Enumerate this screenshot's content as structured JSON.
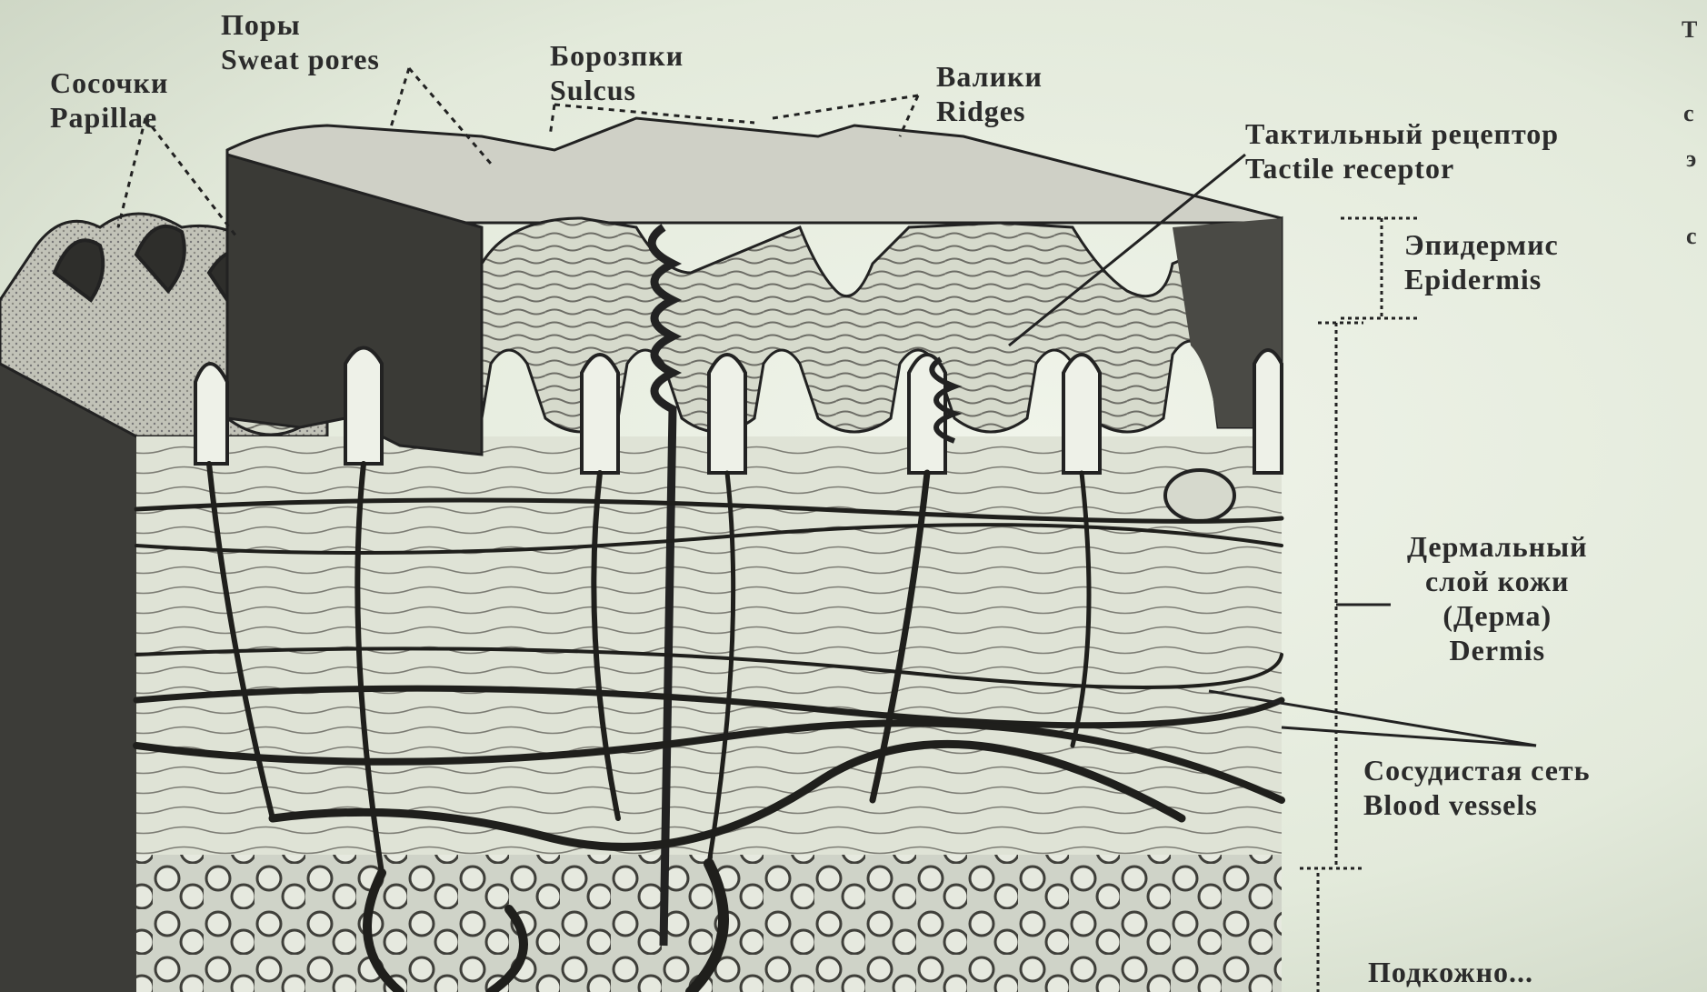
{
  "labels": {
    "papillae": {
      "ru": "Сосочки",
      "en": "Papillae"
    },
    "pores": {
      "ru": "Поры",
      "en": "Sweat pores"
    },
    "sulcus": {
      "ru": "Борозпки",
      "en": "Sulcus"
    },
    "ridges": {
      "ru": "Валики",
      "en": "Ridges"
    },
    "tactile": {
      "ru": "Тактильный рецептор",
      "en": "Tactile receptor"
    },
    "epidermis": {
      "ru": "Эпидермис",
      "en": "Epidermis"
    },
    "dermis": {
      "ru1": "Дермальный",
      "ru2": "слой кожи",
      "ru3": "(Дерма)",
      "en": "Dermis"
    },
    "vessels": {
      "ru": "Сосудистая сеть",
      "en": "Blood vessels"
    },
    "subcutaneous": {
      "ru": "Подкожно..."
    }
  },
  "margin_fragments": [
    "Т",
    "с",
    "э",
    "с"
  ],
  "colors": {
    "paper": "#e8eee0",
    "ink": "#2b2b2b",
    "epidermis_fill": "#bdbdb4",
    "dark_fill": "#3a3a36",
    "dermis_fill": "#d8ddd0",
    "fat_fill": "#cfd3c8"
  }
}
